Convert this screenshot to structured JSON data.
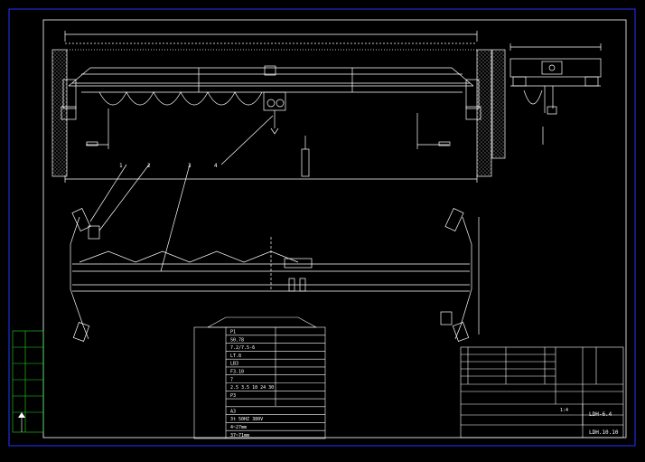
{
  "colors": {
    "background": "#000000",
    "line": "#ffffff",
    "frame": "#2233ff",
    "accent_green": "#22dd22",
    "accent_yellow": "#ffff66"
  },
  "drawing": {
    "leaders": [
      "1",
      "2",
      "3",
      "4"
    ],
    "side_labels": [
      "",
      "",
      "",
      "",
      "",
      ""
    ]
  },
  "tech_table": {
    "title": "",
    "rows": [
      {
        "label": "",
        "value": "P1"
      },
      {
        "label": "",
        "value": "S0.78"
      },
      {
        "label": "",
        "value": "7.2/7.5-6"
      },
      {
        "label": "",
        "value": "LT.8"
      },
      {
        "label": "",
        "value": "LB3"
      },
      {
        "label": "",
        "value": "F3.10"
      },
      {
        "label": "",
        "value": "7"
      },
      {
        "label": "",
        "value": "2.5 3.5 10 24 30"
      },
      {
        "label": "",
        "value": "P3"
      },
      {
        "label": "",
        "value": ""
      },
      {
        "label": "",
        "value": "A3"
      },
      {
        "label": "",
        "value": "3t    50HZ    380V"
      },
      {
        "label": "",
        "value": "4~27mm"
      },
      {
        "label": "",
        "value": "37~71mm"
      }
    ]
  },
  "title_block": {
    "drawing_no": "LDH-6.4",
    "code": "LDH.10.10",
    "scale": "1:4"
  }
}
